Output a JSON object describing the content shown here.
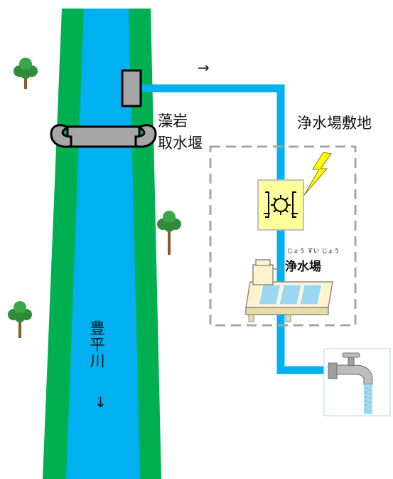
{
  "labels": {
    "flow_arrow": "→",
    "intake_name": "藻岩",
    "intake_type": "取水堰",
    "site": "浄水場敷地",
    "plant": "浄水場",
    "plant_ruby": "じょう すい じょう",
    "river_name": "豊平川",
    "river_arrow": "↓"
  },
  "icons": {
    "treatment_unit": "treatment-unit-icon",
    "lightning": "lightning-icon",
    "faucet": "faucet-icon",
    "plant_building": "water-treatment-plant-icon",
    "tree": "tree-icon"
  },
  "colors": {
    "riverbank": "#00b050",
    "river": "#00b0f0",
    "pipe": "#00b0f0",
    "site_border": "#a6a6a6",
    "weir": "#a6a6a6",
    "treatment_unit_fill": "#ffff99",
    "lightning": "#ffff00"
  }
}
